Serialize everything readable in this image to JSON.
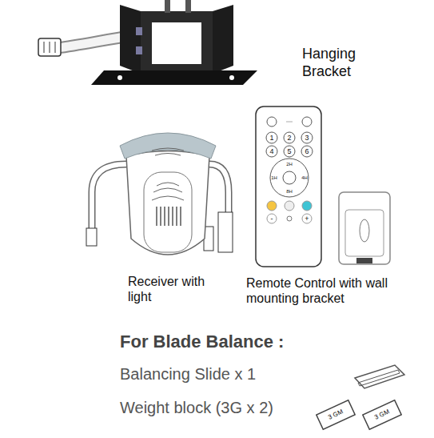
{
  "diagram": {
    "labels": [
      "Hanging Bracket",
      "1",
      "2",
      "3",
      "4",
      "5",
      "6",
      "2H",
      "1H",
      "4H",
      "8H",
      "-",
      "+",
      "Receiver with light",
      "Remote Control with wall mounting bracket",
      "For Blade Balance :",
      "Balancing Slide x 1",
      "Weight block (3G x 2)",
      "3 GM",
      "3 GM"
    ]
  }
}
